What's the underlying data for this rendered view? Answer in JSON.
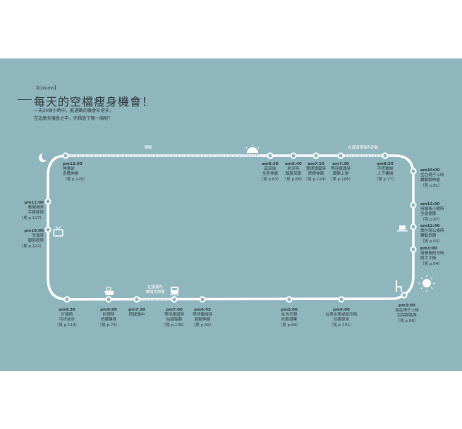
{
  "header": {
    "tag": "【Column】",
    "title": "每天的空檔瘦身機會！",
    "intro_line1": "一天24個小時中，能運動的機會非常多，",
    "intro_line2": "在這麼多機會之中，你錯過了哪一個呢？"
  },
  "annotations": {
    "sleep": "睡眠",
    "walk_in_train": "在捷運車廂內走動",
    "in_train_1": "在捷運內",
    "in_train_2": "做隨式伸展"
  },
  "colors": {
    "panel": "#8fb5bd",
    "line": "#ffffff",
    "text": "#2b3a3d"
  },
  "events": [
    {
      "time": "pm12:00",
      "l1": "睡覺前",
      "l2": "身體伸展",
      "ref": "（見 p.129）"
    },
    {
      "time": "am6:30",
      "l1": "起床後",
      "l2": "全身伸展",
      "ref": "（見 p.63）"
    },
    {
      "time": "am6:40",
      "l1": "刷牙時",
      "l2": "踮腳深蹲",
      "ref": "（見 p.68）"
    },
    {
      "time": "am7:10",
      "l1": "整理頭髮時",
      "l2": "摩擦伸展",
      "ref": "（見 p.124）"
    },
    {
      "time": "am7:30",
      "l1": "等待捷運時",
      "l2": "踮腳上提",
      "ref": "（見 p.106）"
    },
    {
      "time": "am8:50",
      "l1": "不搭電梯",
      "l2": "上下樓梯",
      "ref": "（見 p.77）"
    },
    {
      "time": "am10:00",
      "l1": "坐在椅子上時",
      "l2": "轉動腳伸展",
      "ref": "（見 p.81）"
    },
    {
      "time": "am12:30",
      "l1": "用餐後小憩時",
      "l2": "坐姿提膝",
      "ref": "（見 p.87）"
    },
    {
      "time": "am12:40",
      "l1": "靠在辦公桌時",
      "l2": "轉動肩膀",
      "ref": "（見 p.93）"
    },
    {
      "time": "pm1:00",
      "l1": "用餐後刷牙時",
      "l2": "翹手平衡",
      "ref": "（見 p.94）"
    },
    {
      "time": "pm3:00",
      "l1": "坐在椅子上時",
      "l2": "空踩腳踏車",
      "ref": "（見 p.96）"
    },
    {
      "time": "pm4:00",
      "l1": "在茶水間或影印時",
      "l2": "扶牆提身",
      "ref": "（見 p.101）"
    },
    {
      "time": "pm5:00",
      "l1": "在洗手間",
      "l2": "扶臉撐筆",
      "ref": "（見 p.89）"
    },
    {
      "time": "pm6:45",
      "l1": "等待電梯時",
      "l2": "踮腳伸展",
      "ref": "（見 p.99）"
    },
    {
      "time": "pm7:00",
      "l1": "等待捷運時",
      "l2": "站姿踮腳",
      "ref": "（見 p.105）"
    },
    {
      "time": "pm7:30",
      "l1": "搭捷運中",
      "l2": "",
      "ref": ""
    },
    {
      "time": "pm8:00",
      "l1": "料理時",
      "l2": "扭腰轉身",
      "ref": "（見 p.74）"
    },
    {
      "time": "am8:30",
      "l1": "打掃時",
      "l2": "弓步前步",
      "ref": "（見 p.114）"
    },
    {
      "time": "pm10:00",
      "l1": "洗澡時",
      "l2": "腿部按摩",
      "ref": "（見 p.122）"
    },
    {
      "time": "pm11:00",
      "l1": "看電視時",
      "l2": "手腕揉捏",
      "ref": "（見 p.117）"
    }
  ]
}
